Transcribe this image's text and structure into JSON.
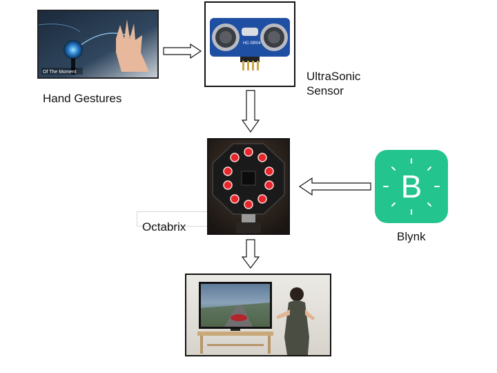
{
  "nodes": {
    "hand_gestures": {
      "label": "Hand Gestures",
      "screen_caption": "Of The Moment"
    },
    "ultrasonic_sensor": {
      "label_line1": "UltraSonic",
      "label_line2": "Sensor",
      "board_text": "HC-SR04"
    },
    "octabrix": {
      "label": "Octabrix"
    },
    "blynk": {
      "label": "Blynk",
      "logo_letter": "B"
    },
    "display": {
      "label": ""
    }
  },
  "colors": {
    "blynk_green": "#23c48e",
    "sensor_board": "#1f4fa3",
    "led_red": "#e8262b",
    "outline": "#111111"
  }
}
